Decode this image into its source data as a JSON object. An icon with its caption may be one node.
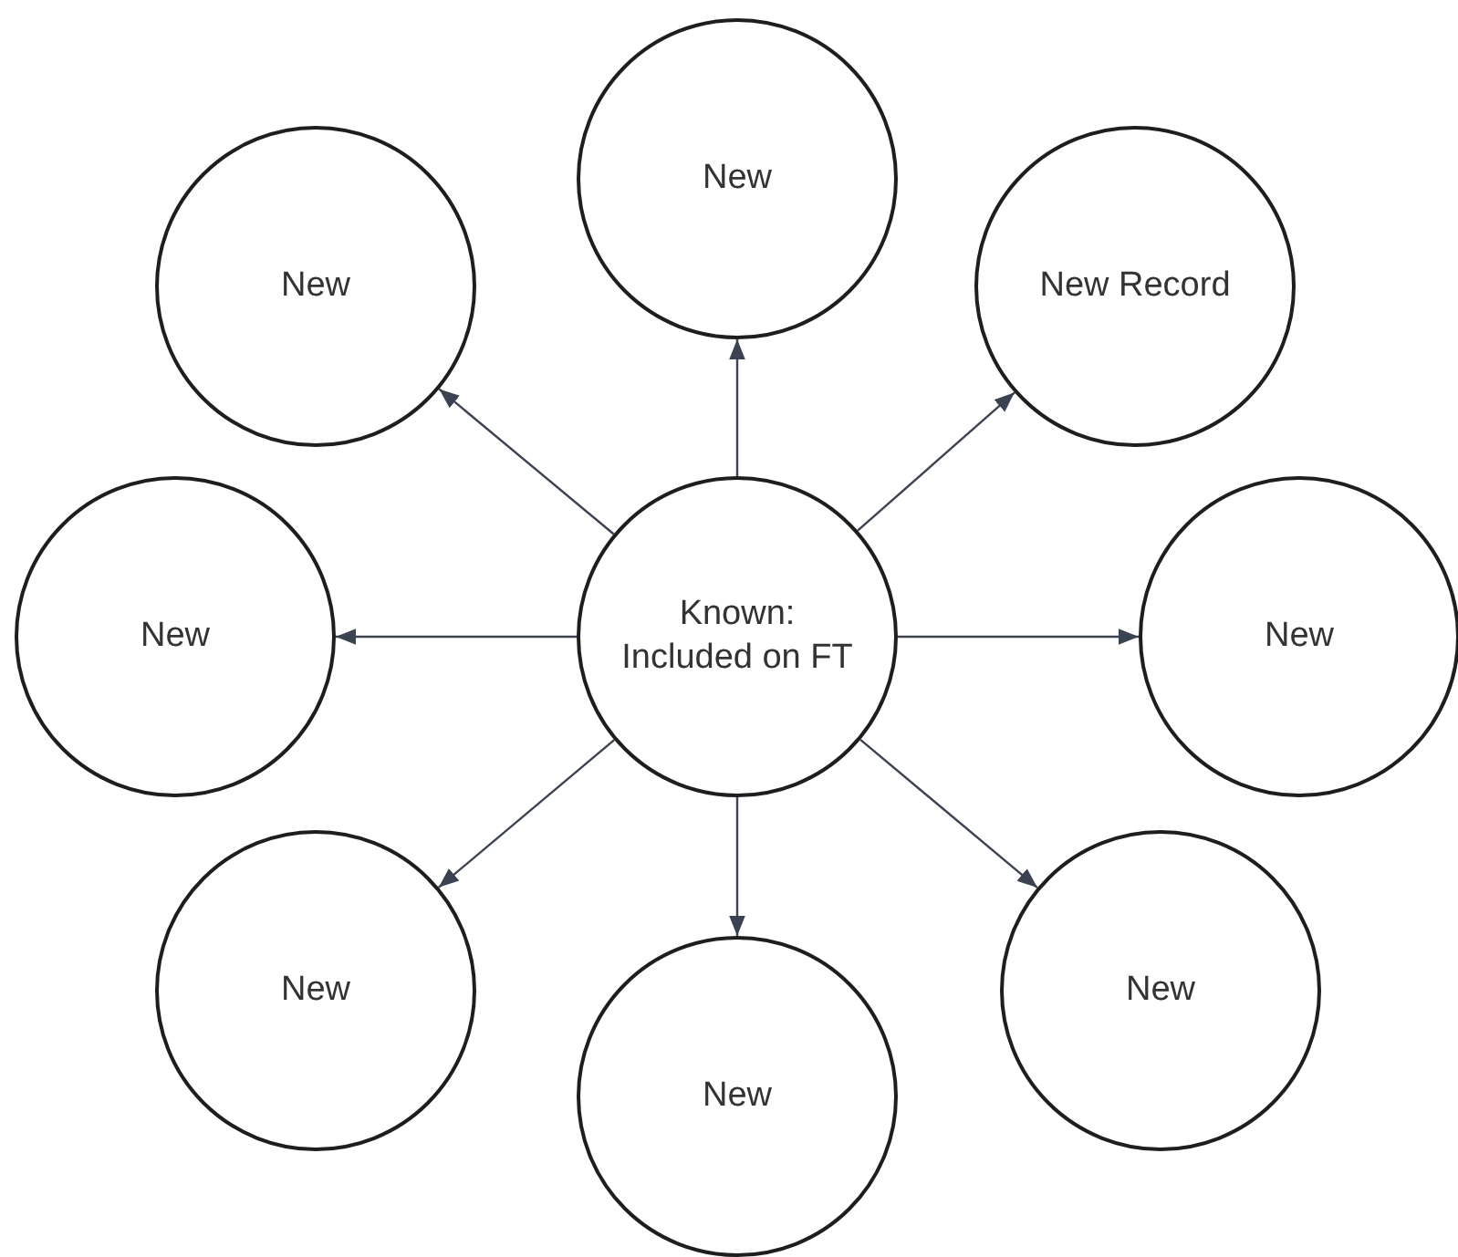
{
  "diagram": {
    "nodes": [
      {
        "text": [
          "New"
        ]
      },
      {
        "text": [
          "New"
        ]
      },
      {
        "text": [
          "New Record"
        ]
      },
      {
        "text": [
          "New"
        ]
      },
      {
        "text": [
          "Known: Included on FT"
        ]
      },
      {
        "text": [
          "New"
        ]
      },
      {
        "text": [
          "New"
        ]
      },
      {
        "text": [
          "New"
        ]
      },
      {
        "text": [
          "New"
        ]
      }
    ],
    "edges": [
      {
        "from": 4,
        "to": 0,
        "arrow": "to"
      },
      {
        "from": 4,
        "to": 1,
        "arrow": "to"
      },
      {
        "from": 4,
        "to": 2,
        "arrow": "to"
      },
      {
        "from": 4,
        "to": 3,
        "arrow": "to"
      },
      {
        "from": 4,
        "to": 5,
        "arrow": "to"
      },
      {
        "from": 4,
        "to": 6,
        "arrow": "to"
      },
      {
        "from": 4,
        "to": 7,
        "arrow": "to"
      },
      {
        "from": 4,
        "to": 8,
        "arrow": "to"
      }
    ]
  }
}
